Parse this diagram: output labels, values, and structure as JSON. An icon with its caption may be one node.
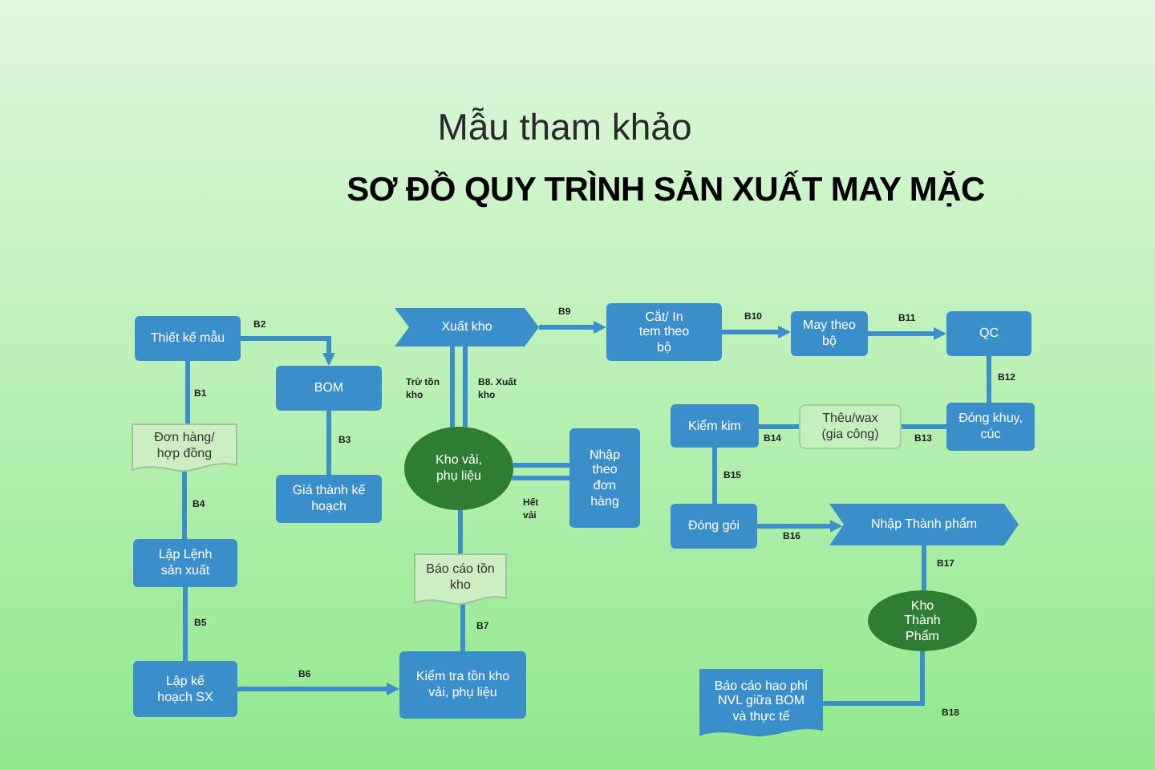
{
  "diagram": {
    "title": "SƠ ĐỒ QUY TRÌNH SẢN XUẤT MAY MẶC",
    "nodes": [
      {
        "text": [
          "Thiết kế mẫu"
        ]
      },
      {
        "text": [
          "BOM"
        ]
      },
      {
        "text": [
          "Đơn hàng/ hợp đồng"
        ]
      },
      {
        "text": [
          "Giá thành kế hoạch"
        ]
      },
      {
        "text": [
          "Lập Lệnh sản xuất"
        ]
      },
      {
        "text": [
          "Lập kế hoạch SX"
        ]
      },
      {
        "text": [
          "Xuất kho"
        ]
      },
      {
        "text": [
          "Kho vải, phụ liệu"
        ]
      },
      {
        "text": [
          "Nhập theo đơn hàng"
        ]
      },
      {
        "text": [
          "Báo cáo tồn kho"
        ]
      },
      {
        "text": [
          "Kiểm tra tồn kho vải, phụ liệu"
        ]
      },
      {
        "text": [
          "Cắt/ In tem theo bộ"
        ]
      },
      {
        "text": [
          "May theo bộ"
        ]
      },
      {
        "text": [
          "QC"
        ]
      },
      {
        "text": [
          "Đóng khuy, cúc"
        ]
      },
      {
        "text": [
          "Thêu/wax (gia công)"
        ]
      },
      {
        "text": [
          "Kiểm kim"
        ]
      },
      {
        "text": [
          "Đóng gói"
        ]
      },
      {
        "text": [
          "Nhập Thành phẩm"
        ]
      },
      {
        "text": [
          "Kho Thành Phẩm"
        ]
      },
      {
        "text": [
          "Báo cáo hao phí NVL giữa BOM và thực tế"
        ]
      }
    ],
    "edges": [
      {
        "from": 0,
        "to": 2,
        "arrow": "none",
        "label": "B1"
      },
      {
        "from": 0,
        "to": 1,
        "arrow": "to",
        "label": "B2"
      },
      {
        "from": 1,
        "to": 3,
        "arrow": "none",
        "label": "B3"
      },
      {
        "from": 2,
        "to": 4,
        "arrow": "none",
        "label": "B4"
      },
      {
        "from": 4,
        "to": 5,
        "arrow": "none",
        "label": "B5"
      },
      {
        "from": 5,
        "to": 10,
        "arrow": "to",
        "label": "B6"
      },
      {
        "from": 10,
        "to": 9,
        "arrow": "none",
        "label": "B7"
      },
      {
        "from": 9,
        "to": 7,
        "arrow": "none"
      },
      {
        "from": 6,
        "to": 7,
        "arrow": "none",
        "label": "Trừ tồn kho"
      },
      {
        "from": 7,
        "to": 6,
        "arrow": "none",
        "label": "B8. Xuất kho"
      },
      {
        "from": 7,
        "to": 8,
        "arrow": "none",
        "label": "Hết vải"
      },
      {
        "from": 8,
        "to": 7,
        "arrow": "none"
      },
      {
        "from": 6,
        "to": 11,
        "arrow": "to",
        "label": "B9"
      },
      {
        "from": 11,
        "to": 12,
        "arrow": "to",
        "label": "B10"
      },
      {
        "from": 12,
        "to": 13,
        "arrow": "to",
        "label": "B11"
      },
      {
        "from": 13,
        "to": 14,
        "arrow": "none",
        "label": "B12"
      },
      {
        "from": 14,
        "to": 15,
        "arrow": "none",
        "label": "B13"
      },
      {
        "from": 15,
        "to": 16,
        "arrow": "none",
        "label": "B14"
      },
      {
        "from": 16,
        "to": 17,
        "arrow": "none",
        "label": "B15"
      },
      {
        "from": 17,
        "to": 18,
        "arrow": "to",
        "label": "B16"
      },
      {
        "from": 18,
        "to": 19,
        "arrow": "none",
        "label": "B17"
      },
      {
        "from": 19,
        "to": 20,
        "arrow": "none",
        "label": "B18"
      }
    ],
    "labels": [
      "Mẫu tham khảo"
    ]
  }
}
